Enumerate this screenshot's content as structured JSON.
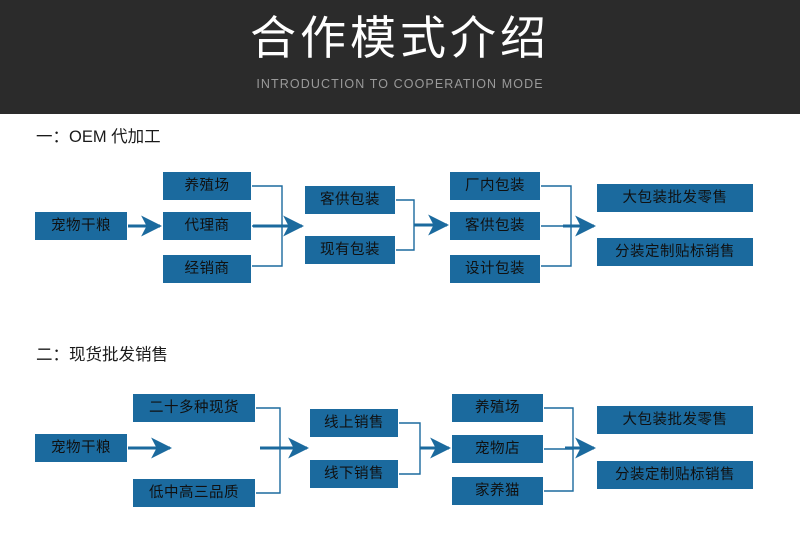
{
  "banner": {
    "title": "合作模式介绍",
    "subtitle": "INTRODUCTION TO COOPERATION MODE",
    "bg_color": "#2b2b2b",
    "title_color": "#ffffff",
    "subtitle_color": "#9a9a9a"
  },
  "theme": {
    "box_fill": "#1b6a9e",
    "box_text": "#101010",
    "connector": "#1b6a9e",
    "page_bg": "#ffffff"
  },
  "sections": [
    {
      "heading": "一：OEM 代加工",
      "columns": [
        {
          "name": "source",
          "boxes": [
            "宠物干粮"
          ]
        },
        {
          "name": "customer-type",
          "boxes": [
            "养殖场",
            "代理商",
            "经销商"
          ]
        },
        {
          "name": "packaging-source",
          "boxes": [
            "客供包装",
            "现有包装"
          ]
        },
        {
          "name": "packaging-method",
          "boxes": [
            "厂内包装",
            "客供包装",
            "设计包装"
          ]
        },
        {
          "name": "sales-mode",
          "boxes": [
            "大包装批发零售",
            "分装定制贴标销售"
          ]
        }
      ]
    },
    {
      "heading": "二：现货批发销售",
      "columns": [
        {
          "name": "source",
          "boxes": [
            "宠物干粮"
          ]
        },
        {
          "name": "stock-type",
          "boxes": [
            "二十多种现货",
            "低中高三品质"
          ]
        },
        {
          "name": "channel",
          "boxes": [
            "线上销售",
            "线下销售"
          ]
        },
        {
          "name": "customer-type",
          "boxes": [
            "养殖场",
            "宠物店",
            "家养猫"
          ]
        },
        {
          "name": "sales-mode",
          "boxes": [
            "大包装批发零售",
            "分装定制贴标销售"
          ]
        }
      ]
    }
  ]
}
